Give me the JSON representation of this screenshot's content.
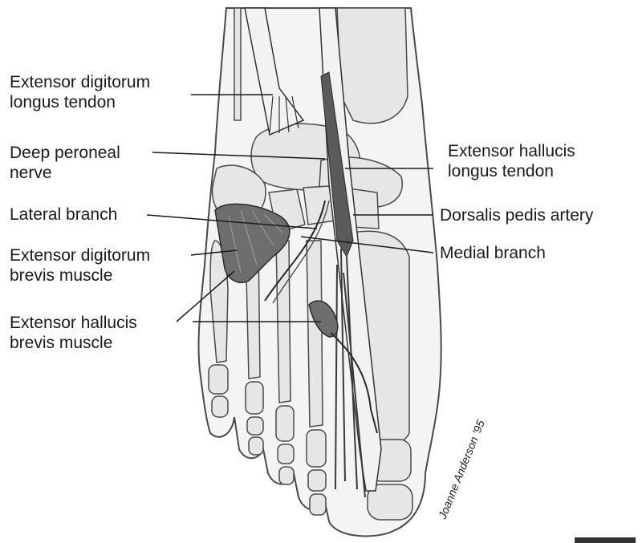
{
  "labels": {
    "extensor_digitorum_longus_tendon": [
      "Extensor digitorum",
      "longus tendon"
    ],
    "deep_peroneal_nerve": [
      "Deep peroneal",
      "nerve"
    ],
    "lateral_branch": "Lateral branch",
    "extensor_digitorum_brevis_muscle": [
      "Extensor digitorum",
      "brevis muscle"
    ],
    "extensor_hallucis_brevis_muscle": [
      "Extensor hallucis",
      "brevis muscle"
    ],
    "extensor_hallucis_longus_tendon": [
      "Extensor hallucis",
      "longus tendon"
    ],
    "dorsalis_pedis_artery": "Dorsalis pedis artery",
    "medial_branch": "Medial branch"
  },
  "signature": "Joanne Anderson '95",
  "colors": {
    "bone_fill": "#e6e6e6",
    "bone_outline": "#4a4a4a",
    "muscle_fill": "#6e6e6e",
    "tendon_fill": "#f2f2f2",
    "artery_fill": "#5a5a5a",
    "leader_line": "#1a1a1a"
  }
}
